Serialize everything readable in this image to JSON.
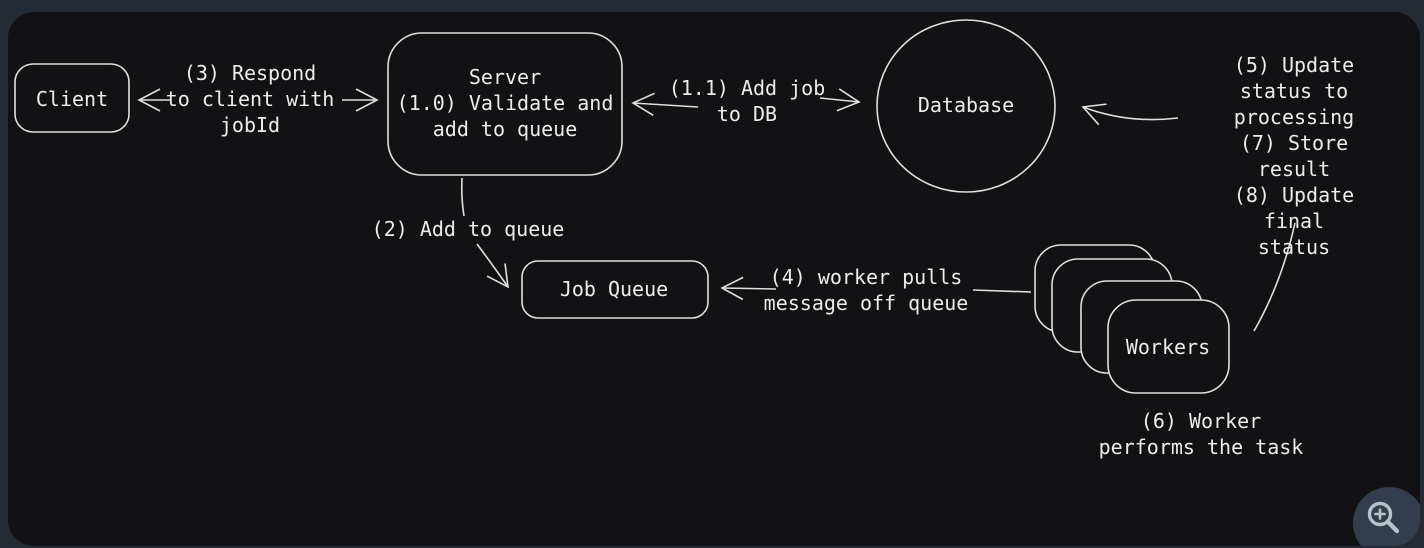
{
  "diagram": {
    "nodes": {
      "client": {
        "label": "Client"
      },
      "server": {
        "label": "Server\n(1.0) Validate and\nadd to queue"
      },
      "database": {
        "label": "Database"
      },
      "job_queue": {
        "label": "Job Queue"
      },
      "workers": {
        "label": "Workers",
        "stack_count": 4
      }
    },
    "edge_labels": {
      "respond": "(3) Respond\nto client with\njobId",
      "add_job_db": "(1.1) Add job\nto DB",
      "update_status": "(5) Update status to\nprocessing\n(7) Store result\n(8) Update final\nstatus",
      "add_to_queue": "(2) Add to queue",
      "worker_pulls": "(4) worker pulls\nmessage off queue",
      "worker_performs": "(6) Worker performs the task"
    }
  },
  "controls": {
    "zoom_button_icon": "magnifier-plus-icon"
  },
  "colors": {
    "page_bg": "#252b34",
    "canvas_bg": "#121214",
    "stroke": "#dfdfdf",
    "text": "#ececec",
    "zoom_button_bg": "#323e4e",
    "zoom_icon": "#b9c1cb"
  }
}
